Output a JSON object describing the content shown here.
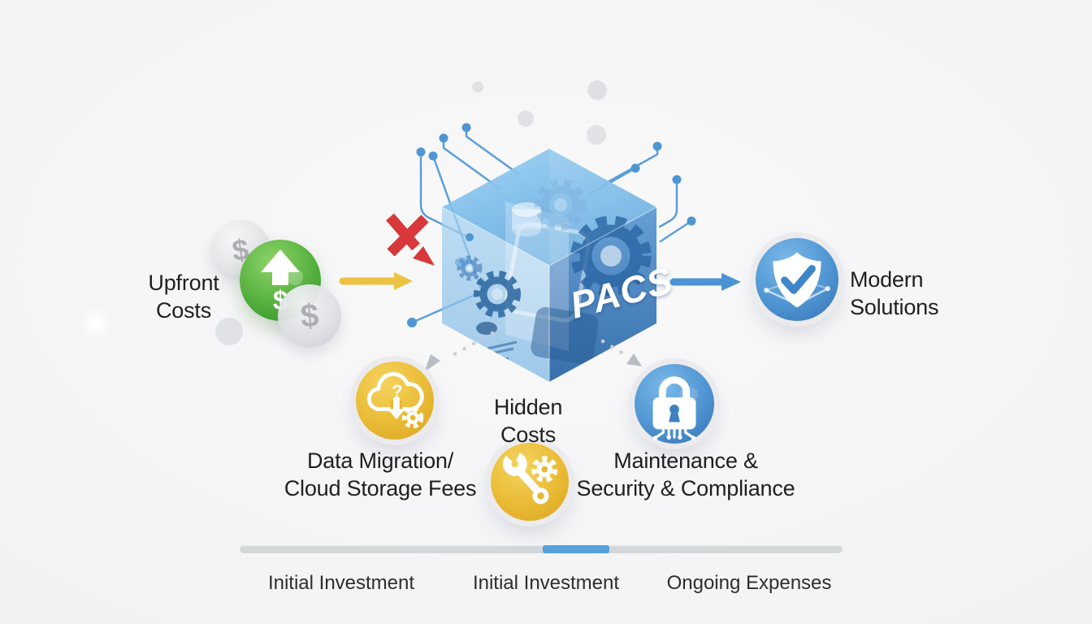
{
  "cube": {
    "label": "PACS"
  },
  "nodes": {
    "upfront": {
      "line1": "Upfront",
      "line2": "Costs"
    },
    "modern": {
      "line1": "Modern",
      "line2": "Solutions"
    },
    "hidden": {
      "line1": "Hidden",
      "line2": "Costs"
    },
    "migration": {
      "line1": "Data Migration/",
      "line2": "Cloud Storage Fees"
    },
    "maintenance": {
      "line1": "Maintenance &",
      "line2": "Security & Compliance"
    }
  },
  "glyphs": {
    "dollar": "$",
    "question": "?"
  },
  "timeline": {
    "labels": [
      "Initial Investment",
      "Initial Investment",
      "Ongoing Expenses"
    ],
    "active_segment_index": 1,
    "track_color": "#d3d7da",
    "active_color": "#55a1dc"
  },
  "colors": {
    "background": "#f3f3f5",
    "accent_yellow": "#ecc243",
    "accent_green": "#55b03d",
    "accent_blue": "#4b93d4",
    "accent_red": "#d8383a",
    "cube_light": "#9ed2f3",
    "cube_dark": "#2e68a7",
    "text": "#1f1f1f"
  }
}
